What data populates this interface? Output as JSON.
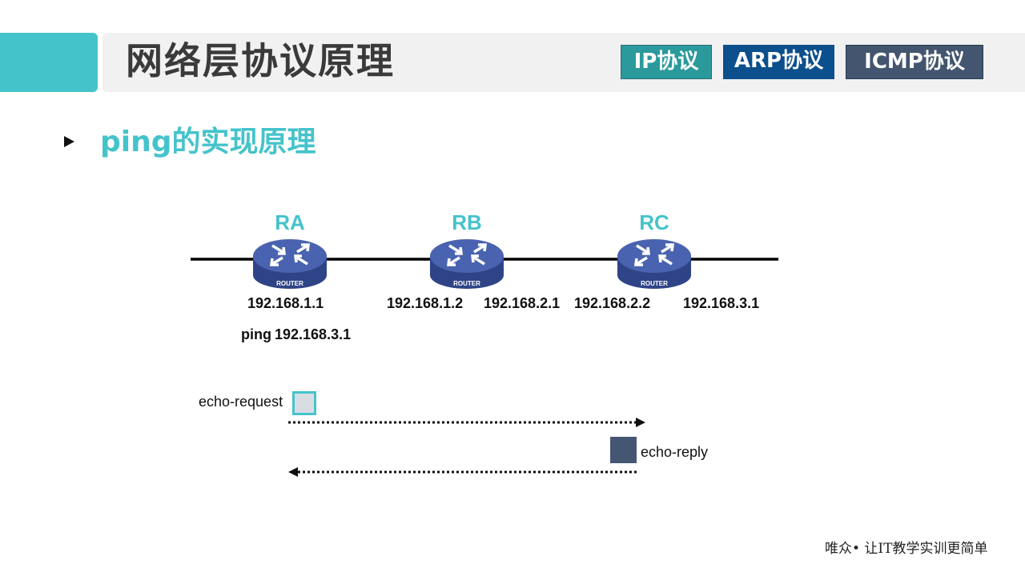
{
  "header": {
    "title": "网络层协议原理",
    "tabs": [
      {
        "label": "IP协议"
      },
      {
        "label": "ARP协议"
      },
      {
        "label": "ICMP协议"
      }
    ]
  },
  "section": {
    "title": "ping的实现原理"
  },
  "diagram": {
    "routers": [
      {
        "name": "RA",
        "device_text": "ROUTER"
      },
      {
        "name": "RB",
        "device_text": "ROUTER"
      },
      {
        "name": "RC",
        "device_text": "ROUTER"
      }
    ],
    "interfaces": [
      "192.168.1.1",
      "192.168.1.2",
      "192.168.2.1",
      "192.168.2.2",
      "192.168.3.1"
    ],
    "ping_command": {
      "word": "ping",
      "target": "192.168.3.1"
    },
    "messages": {
      "request": "echo-request",
      "reply": "echo-reply"
    }
  },
  "colors": {
    "accent": "#45c3cb",
    "router_body": "#4a63b0",
    "request_packet": "#d8dde3",
    "reply_packet": "#445672"
  },
  "footer": {
    "text": "唯众• 让IT教学实训更简单"
  }
}
